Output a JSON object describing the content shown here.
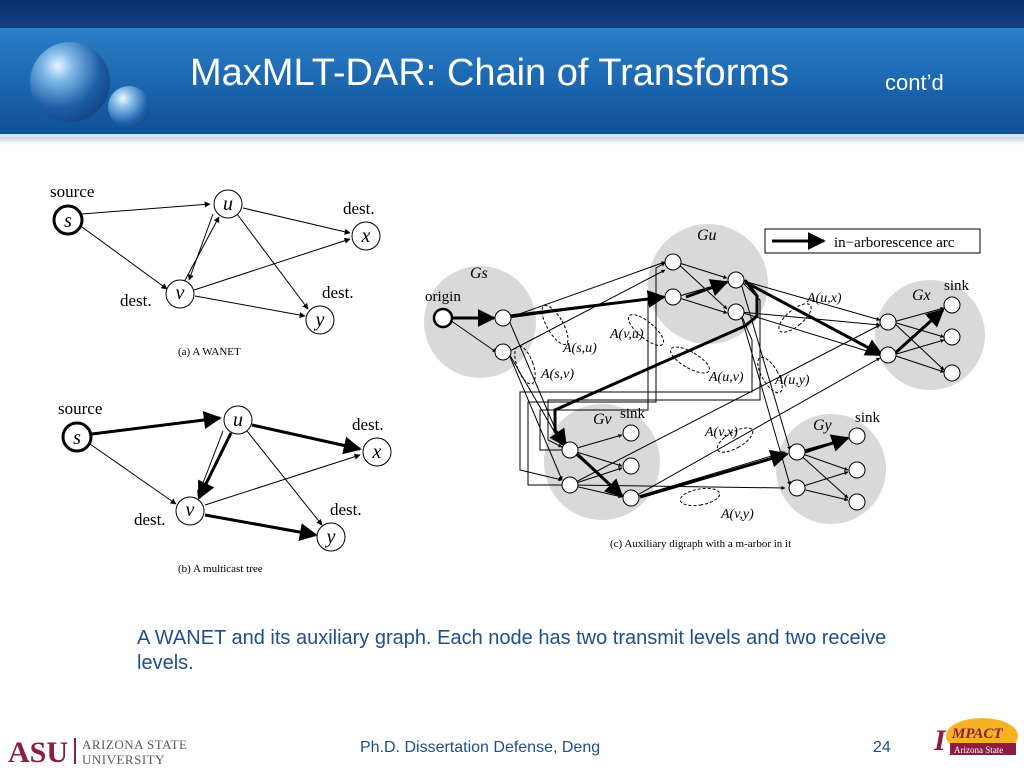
{
  "header": {
    "title": "MaxMLT-DAR: Chain of Transforms",
    "subtitle": "cont’d"
  },
  "figure_a": {
    "source": "source",
    "dest1": "dest.",
    "dest2": "dest.",
    "dest3": "dest.",
    "s": "s",
    "u": "u",
    "v": "v",
    "x": "x",
    "y": "y",
    "caption": "(a)  A WANET"
  },
  "figure_b": {
    "source": "source",
    "dest1": "dest.",
    "dest2": "dest.",
    "dest3": "dest.",
    "s": "s",
    "u": "u",
    "v": "v",
    "x": "x",
    "y": "y",
    "caption": "(b)  A multicast tree"
  },
  "figure_c": {
    "legend": "in−arborescence arc",
    "origin": "origin",
    "sink_x": "sink",
    "sink_v": "sink",
    "sink_y": "sink",
    "Gs": "Gs",
    "Gu": "Gu",
    "Gv": "Gv",
    "Gx": "Gx",
    "Gy": "Gy",
    "A_su": "A(s,u)",
    "A_sv": "A(s,v)",
    "A_vu": "A(v,u)",
    "A_ux": "A(u,x)",
    "A_uv": "A(u,v)",
    "A_uy": "A(u,y)",
    "A_vx": "A(v,x)",
    "A_vy": "A(v,y)",
    "caption": "(c)  Auxiliary digraph with a m-arbor in it"
  },
  "caption": "A WANET and its auxiliary graph. Each node has two transmit levels and two receive levels.",
  "footer": {
    "center": "Ph.D. Dissertation Defense, Deng",
    "page": "24",
    "asu_name_1": "Arizona State",
    "asu_name_2": "University",
    "asu_mark": "ASU",
    "impact_name": "MPACT",
    "impact_letter": "I",
    "impact_sub": "Arizona State"
  }
}
